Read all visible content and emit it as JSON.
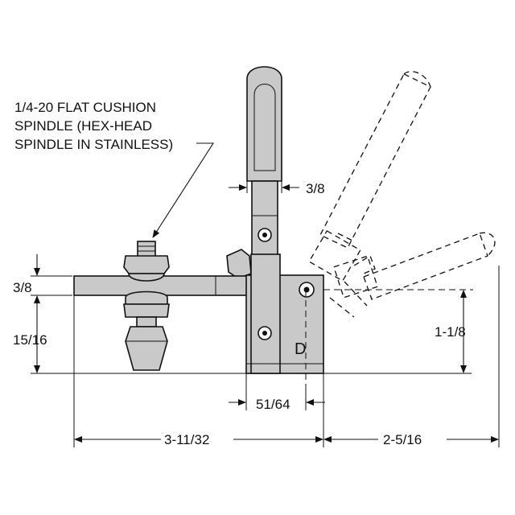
{
  "labels": {
    "callout_line1": "1/4-20 FLAT CUSHION",
    "callout_line2": "SPINDLE (HEX-HEAD",
    "callout_line3": "SPINDLE IN STAINLESS)",
    "handle_width": "3/8",
    "bar_height": "3/8",
    "bar_to_base": "15/16",
    "pivot_height": "1-1/8",
    "base_width": "51/64",
    "reach": "3-11/32",
    "handle_reach": "2-5/16",
    "base_mark": "D"
  }
}
